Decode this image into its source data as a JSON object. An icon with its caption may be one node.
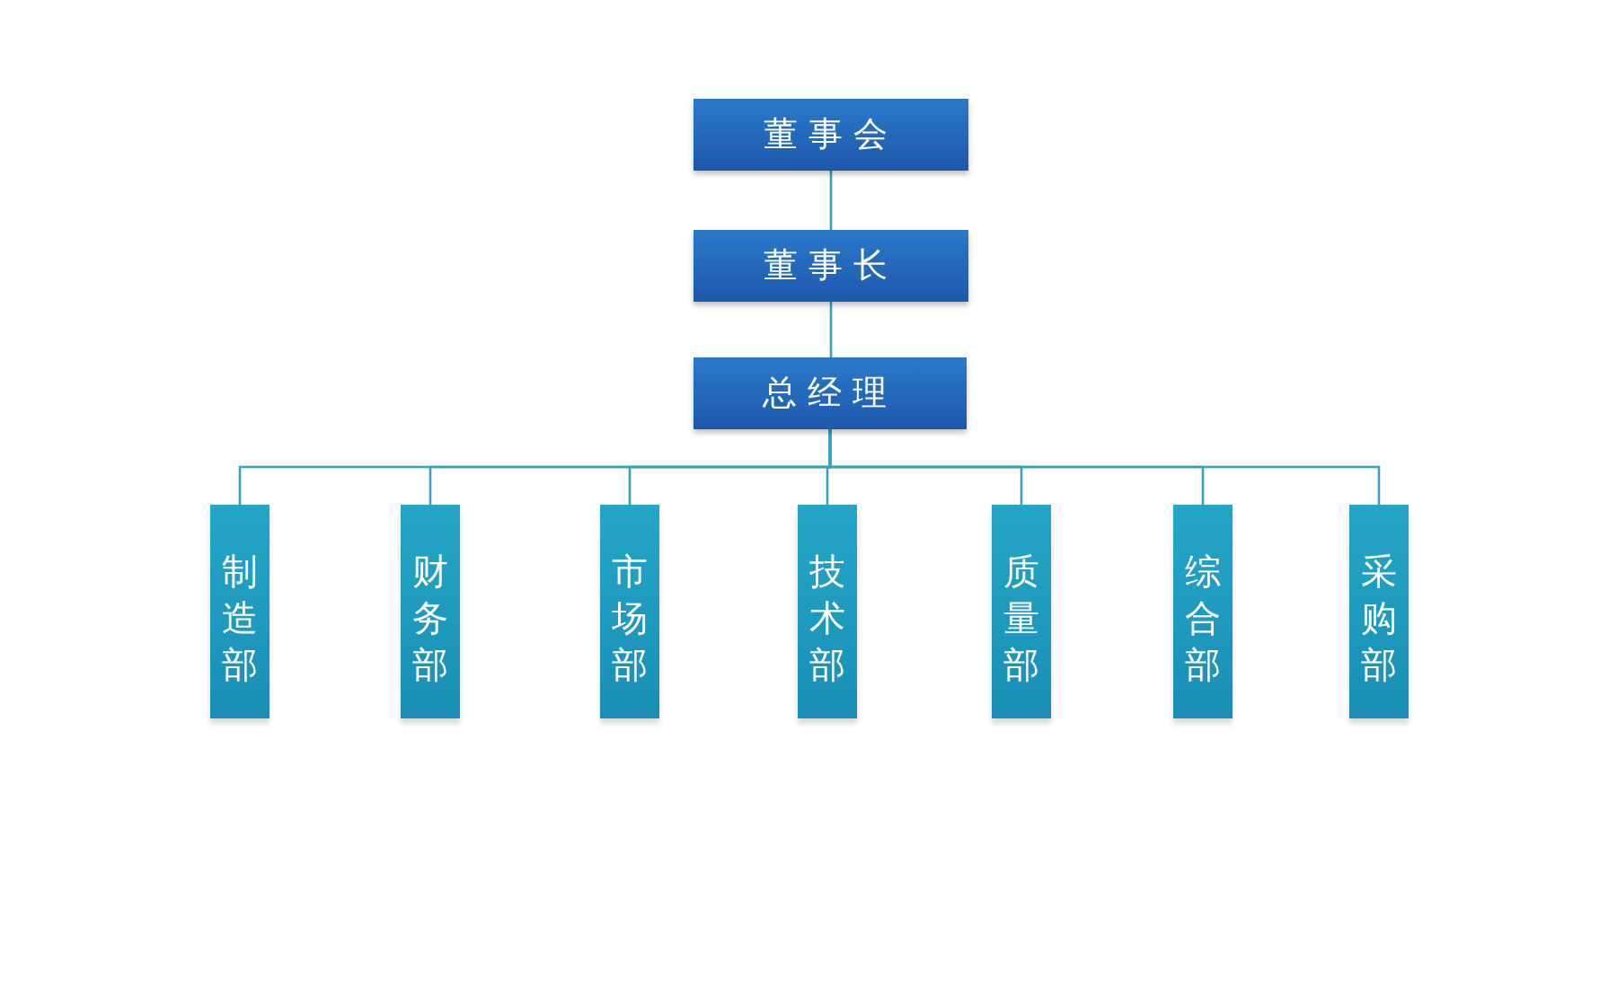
{
  "diagram": {
    "nodes": [
      {
        "text": [
          "董事会"
        ]
      },
      {
        "text": [
          "董事长"
        ]
      },
      {
        "text": [
          "总经理"
        ]
      },
      {
        "text": [
          "制造部"
        ]
      },
      {
        "text": [
          "财务部"
        ]
      },
      {
        "text": [
          "市场部"
        ]
      },
      {
        "text": [
          "技术部"
        ]
      },
      {
        "text": [
          "质量部"
        ]
      },
      {
        "text": [
          "综合部"
        ]
      },
      {
        "text": [
          "采购部"
        ]
      }
    ],
    "edges": [
      {
        "from": 0,
        "to": 1,
        "arrow": "none"
      },
      {
        "from": 1,
        "to": 2,
        "arrow": "none"
      },
      {
        "from": 2,
        "to": 3,
        "arrow": "none"
      },
      {
        "from": 2,
        "to": 4,
        "arrow": "none"
      },
      {
        "from": 2,
        "to": 5,
        "arrow": "none"
      },
      {
        "from": 2,
        "to": 6,
        "arrow": "none"
      },
      {
        "from": 2,
        "to": 7,
        "arrow": "none"
      },
      {
        "from": 2,
        "to": 8,
        "arrow": "none"
      },
      {
        "from": 2,
        "to": 9,
        "arrow": "none"
      }
    ]
  }
}
